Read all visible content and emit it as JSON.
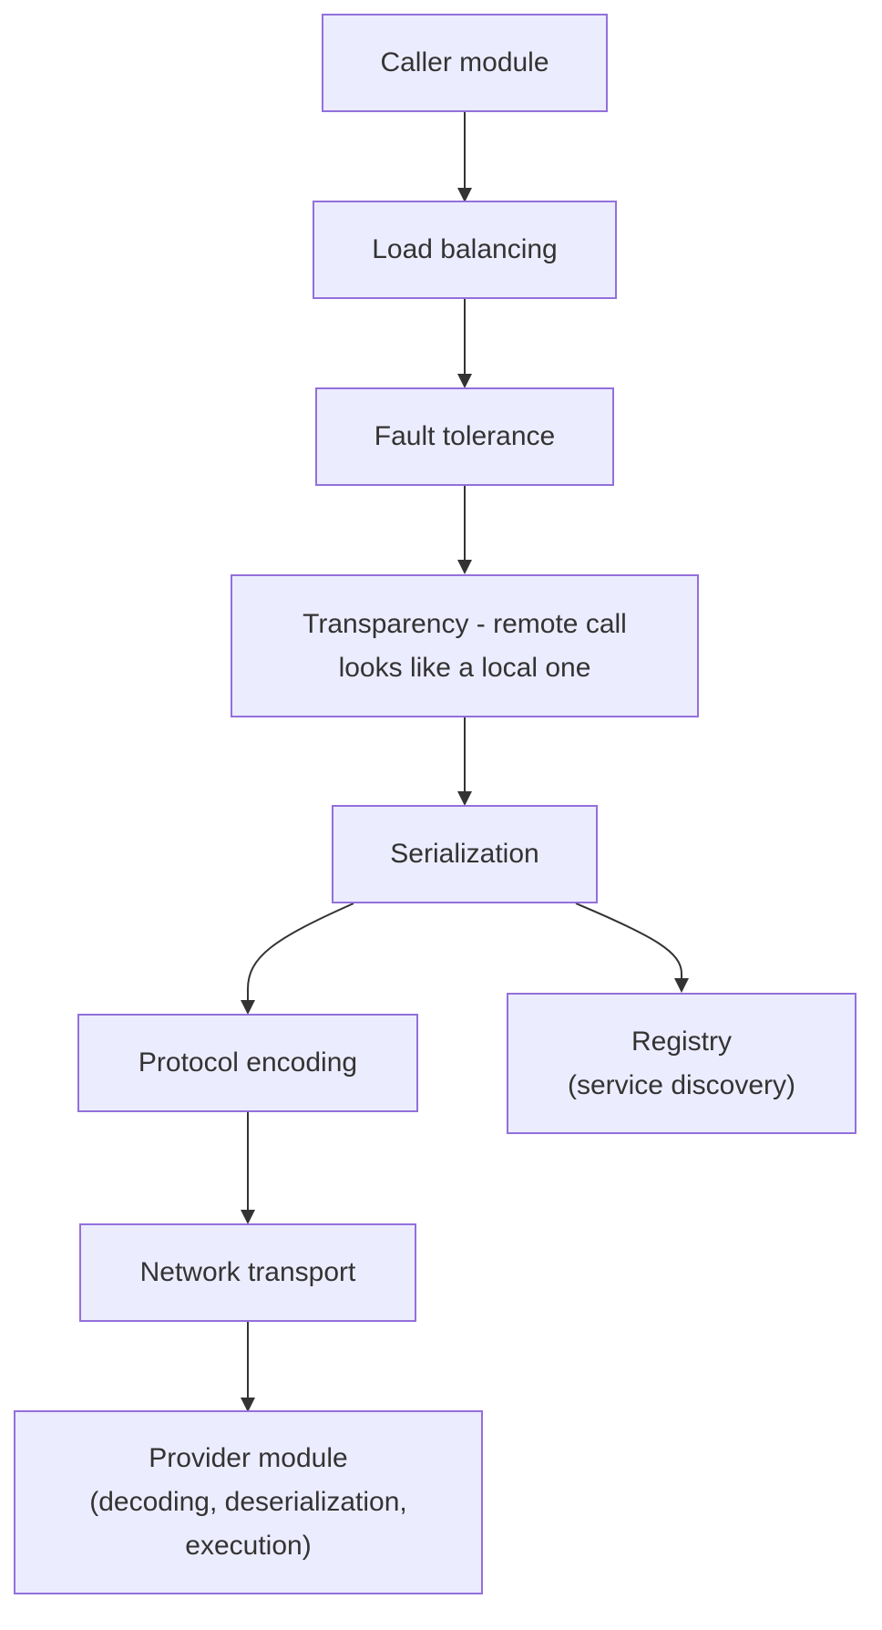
{
  "diagram": {
    "type": "flowchart",
    "colors": {
      "node_fill": "#ececff",
      "node_border": "#9370db",
      "text": "#333333",
      "edge": "#333333"
    },
    "nodes": {
      "caller": "Caller module",
      "load_balancing": "Load balancing",
      "fault_tolerance": "Fault tolerance",
      "transparency": "Transparency - remote call\nlooks like a local one",
      "serialization": "Serialization",
      "protocol_encoding": "Protocol encoding",
      "registry": "Registry\n(service discovery)",
      "network_transport": "Network transport",
      "provider": "Provider module\n(decoding, deserialization,\nexecution)"
    },
    "edges": [
      {
        "from": "caller",
        "to": "load_balancing"
      },
      {
        "from": "load_balancing",
        "to": "fault_tolerance"
      },
      {
        "from": "fault_tolerance",
        "to": "transparency"
      },
      {
        "from": "transparency",
        "to": "serialization"
      },
      {
        "from": "serialization",
        "to": "protocol_encoding"
      },
      {
        "from": "serialization",
        "to": "registry"
      },
      {
        "from": "protocol_encoding",
        "to": "network_transport"
      },
      {
        "from": "network_transport",
        "to": "provider"
      }
    ]
  }
}
